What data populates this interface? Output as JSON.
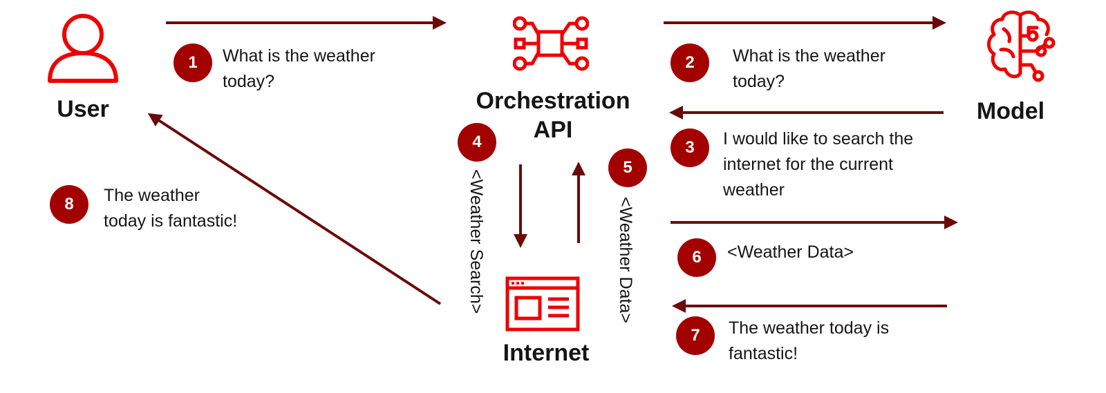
{
  "colors": {
    "accent": "#ee0000",
    "badge": "#a30000",
    "arrow": "#6b0a0a",
    "text": "#151515"
  },
  "nodes": {
    "user": {
      "label": "User",
      "icon": "user-icon"
    },
    "orchestration": {
      "label_line1": "Orchestration",
      "label_line2": "API",
      "icon": "orchestration-icon"
    },
    "model": {
      "label": "Model",
      "icon": "brain-circuit-icon"
    },
    "internet": {
      "label": "Internet",
      "icon": "browser-window-icon"
    }
  },
  "steps": [
    {
      "number": "1",
      "lines": [
        "What is the weather",
        "today?"
      ]
    },
    {
      "number": "2",
      "lines": [
        "What is the weather",
        "today?"
      ]
    },
    {
      "number": "3",
      "lines": [
        "I would like to search the",
        "internet for the current",
        "weather"
      ]
    },
    {
      "number": "4",
      "lines": [
        "<Weather Search>"
      ]
    },
    {
      "number": "5",
      "lines": [
        "<Weather Data>"
      ]
    },
    {
      "number": "6",
      "lines": [
        "<Weather Data>"
      ]
    },
    {
      "number": "7",
      "lines": [
        "The weather today is",
        "fantastic!"
      ]
    },
    {
      "number": "8",
      "lines": [
        "The weather",
        "today is fantastic!"
      ]
    }
  ]
}
